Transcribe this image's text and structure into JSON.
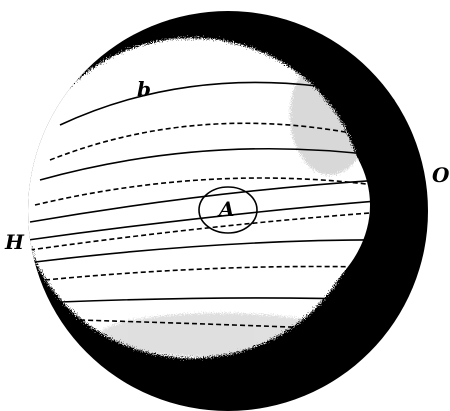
{
  "figure": {
    "labels": {
      "top": "b",
      "right": "O",
      "left": "H",
      "center": "A"
    },
    "colors": {
      "ink": "#000000",
      "paper": "#ffffff"
    },
    "solid_lines": 6,
    "dashed_lines": 5
  }
}
